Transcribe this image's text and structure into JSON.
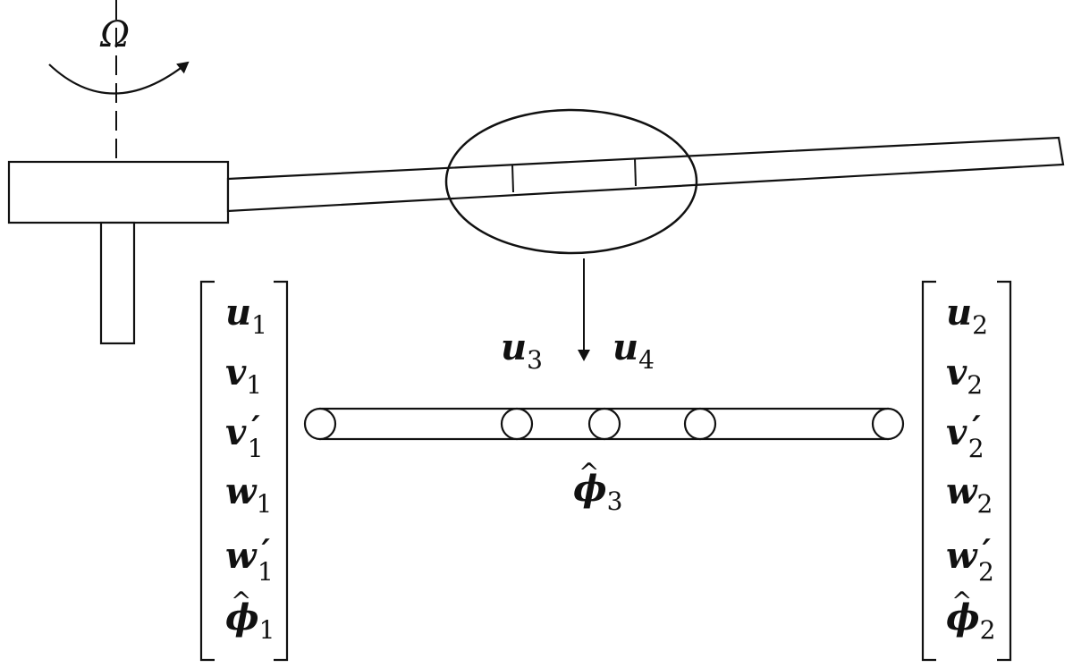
{
  "rotation": {
    "symbol": "Ω"
  },
  "callout": {
    "top_label": {
      "base": "u",
      "sub": "3"
    },
    "top_label_b": {
      "base": "u",
      "sub": "4"
    },
    "bottom_label": {
      "base": "ϕ",
      "sub": "3",
      "hat": "^"
    }
  },
  "node1_dofs": [
    {
      "base": "u",
      "sub": "1",
      "prime": "",
      "hat": ""
    },
    {
      "base": "v",
      "sub": "1",
      "prime": "",
      "hat": ""
    },
    {
      "base": "v",
      "sub": "1",
      "prime": "′",
      "hat": ""
    },
    {
      "base": "w",
      "sub": "1",
      "prime": "",
      "hat": ""
    },
    {
      "base": "w",
      "sub": "1",
      "prime": "′",
      "hat": ""
    },
    {
      "base": "ϕ",
      "sub": "1",
      "prime": "",
      "hat": "^"
    }
  ],
  "node2_dofs": [
    {
      "base": "u",
      "sub": "2",
      "prime": "",
      "hat": ""
    },
    {
      "base": "v",
      "sub": "2",
      "prime": "",
      "hat": ""
    },
    {
      "base": "v",
      "sub": "2",
      "prime": "′",
      "hat": ""
    },
    {
      "base": "w",
      "sub": "2",
      "prime": "",
      "hat": ""
    },
    {
      "base": "w",
      "sub": "2",
      "prime": "′",
      "hat": ""
    },
    {
      "base": "ϕ",
      "sub": "2",
      "prime": "",
      "hat": "^"
    }
  ]
}
